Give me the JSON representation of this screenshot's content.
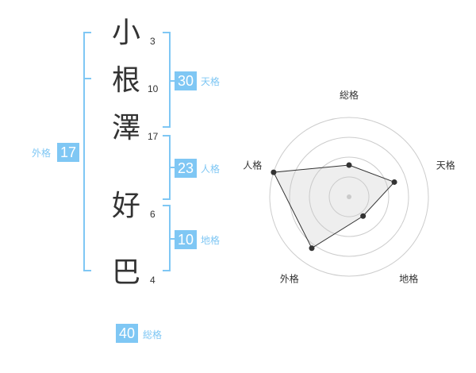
{
  "name_chars": [
    {
      "char": "小",
      "strokes": "3"
    },
    {
      "char": "根",
      "strokes": "10"
    },
    {
      "char": "澤",
      "strokes": "17"
    },
    {
      "char": "好",
      "strokes": "6"
    },
    {
      "char": "巴",
      "strokes": "4"
    }
  ],
  "fortunes": {
    "tenkaku": {
      "value": "30",
      "label": "天格"
    },
    "jinkaku": {
      "value": "23",
      "label": "人格"
    },
    "chikaku": {
      "value": "10",
      "label": "地格"
    },
    "gaikaku": {
      "value": "17",
      "label": "外格"
    },
    "soukaku": {
      "value": "40",
      "label": "総格"
    }
  },
  "colors": {
    "accent": "#7fc7f4",
    "text": "#333333",
    "grid": "#cccccc"
  },
  "chart_data": {
    "type": "radar",
    "axes": [
      "総格",
      "天格",
      "地格",
      "外格",
      "人格"
    ],
    "values": [
      2,
      3,
      1.5,
      4,
      5
    ],
    "max": 5,
    "rings": 4
  }
}
